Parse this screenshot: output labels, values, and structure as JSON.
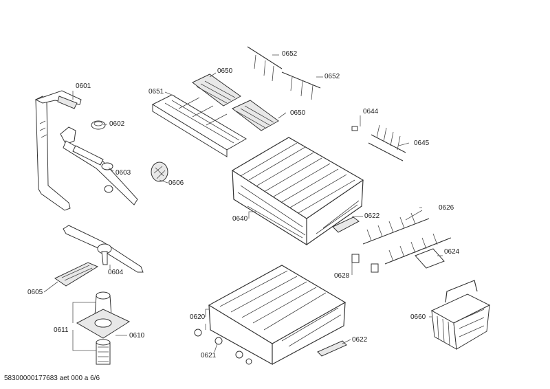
{
  "parts": [
    {
      "id": "p0601",
      "label": "0601"
    },
    {
      "id": "p0602",
      "label": "0602"
    },
    {
      "id": "p0603",
      "label": "0603"
    },
    {
      "id": "p0604",
      "label": "0604"
    },
    {
      "id": "p0605",
      "label": "0605"
    },
    {
      "id": "p0606",
      "label": "0606"
    },
    {
      "id": "p0610",
      "label": "0610"
    },
    {
      "id": "p0611",
      "label": "0611"
    },
    {
      "id": "p0620",
      "label": "0620"
    },
    {
      "id": "p0621",
      "label": "0621"
    },
    {
      "id": "p0622a",
      "label": "0622"
    },
    {
      "id": "p0622b",
      "label": "0622"
    },
    {
      "id": "p0624",
      "label": "0624"
    },
    {
      "id": "p0626",
      "label": "0626"
    },
    {
      "id": "p0628",
      "label": "0628"
    },
    {
      "id": "p0640",
      "label": "0640"
    },
    {
      "id": "p0644",
      "label": "0644"
    },
    {
      "id": "p0645",
      "label": "0645"
    },
    {
      "id": "p0650a",
      "label": "0650"
    },
    {
      "id": "p0650b",
      "label": "0650"
    },
    {
      "id": "p0651",
      "label": "0651"
    },
    {
      "id": "p0652a",
      "label": "0652"
    },
    {
      "id": "p0652b",
      "label": "0652"
    },
    {
      "id": "p0660",
      "label": "0660"
    }
  ],
  "footer": {
    "text": "58300000177683 aet 000 a 6/6"
  }
}
